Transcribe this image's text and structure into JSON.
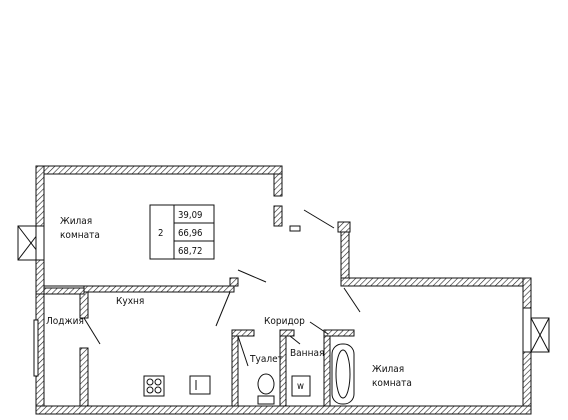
{
  "rooms": {
    "living1": [
      "Жилая",
      "комната"
    ],
    "living2": [
      "Жилая",
      "комната"
    ],
    "kitchen": "Кухня",
    "loggia": "Лоджия",
    "corridor": "Коридор",
    "toilet": "Туалет",
    "bath": "Ванная"
  },
  "legend": {
    "rooms_count": "2",
    "area_living": "39,09",
    "area_total": "66,96",
    "area_with_loggia": "68,72"
  },
  "appliance": {
    "washer_mark": "w"
  }
}
